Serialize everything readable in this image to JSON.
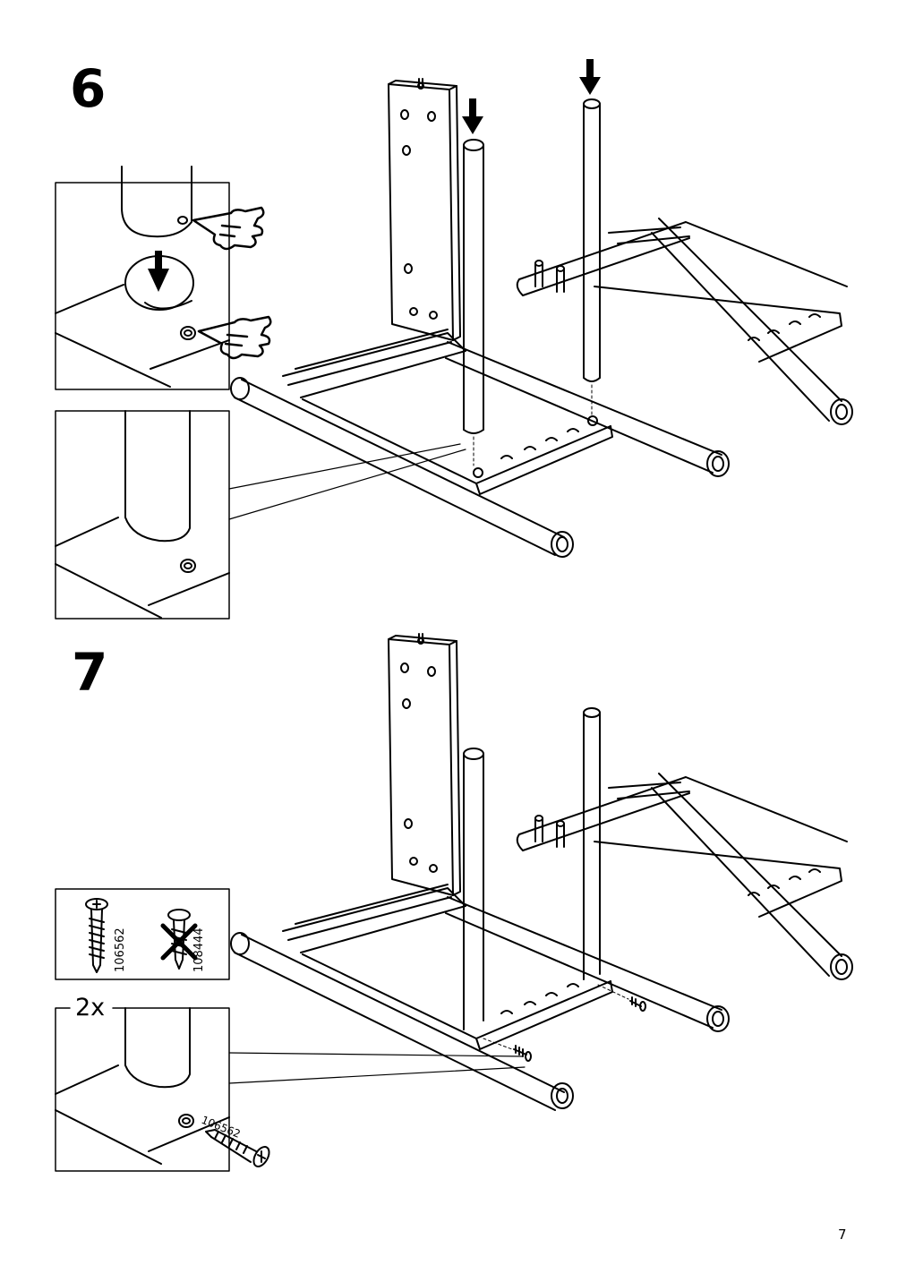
{
  "steps": [
    {
      "number": "6"
    },
    {
      "number": "7"
    }
  ],
  "hardware": {
    "correct_screw": "106562",
    "wrong_screw": "108444",
    "quantity": "2x",
    "detail_screw": "106562"
  },
  "page_number": "7",
  "icons": [
    "pointing-hand-icon",
    "down-arrow-icon",
    "screw-icon",
    "x-mark-icon"
  ],
  "colors": {
    "ink": "#000000",
    "paper": "#ffffff"
  }
}
